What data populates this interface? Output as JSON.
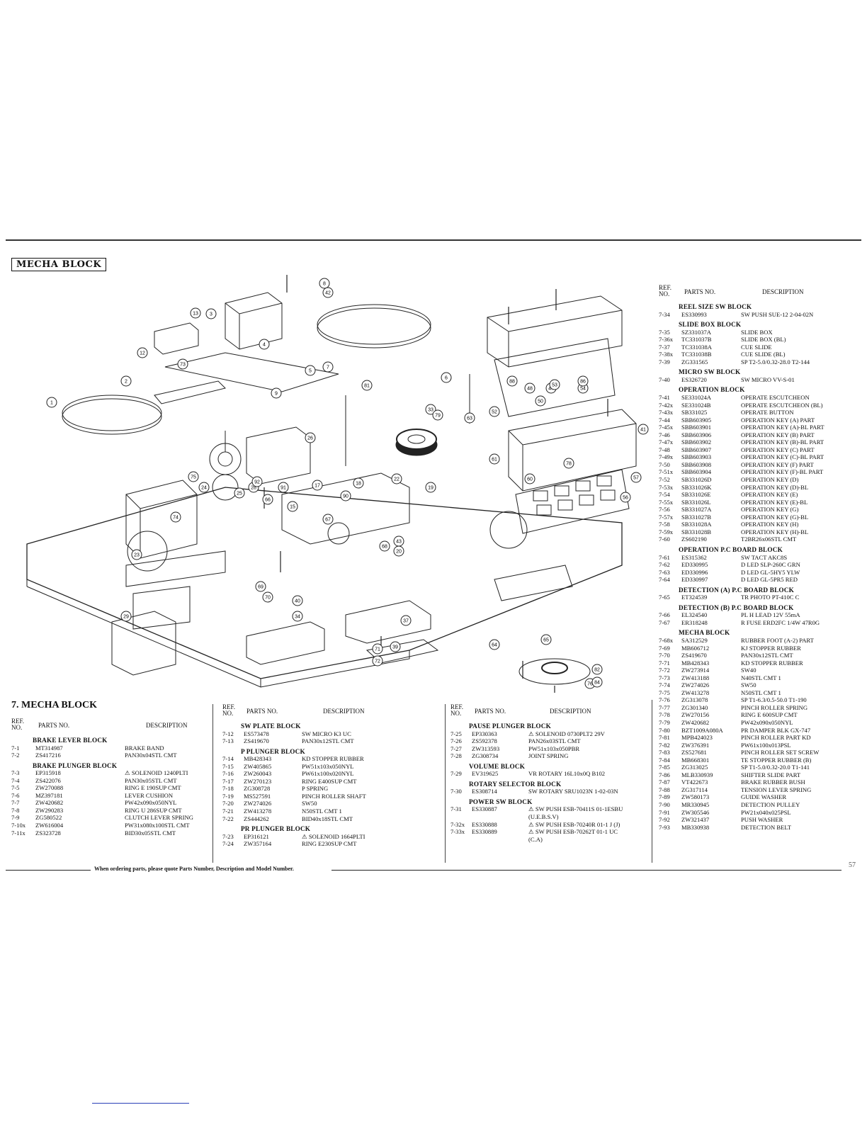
{
  "page_label": "MECHA BLOCK",
  "section_title": "7. MECHA BLOCK",
  "footer_note": "When ordering parts, please quote Parts Number, Description and Model Number.",
  "page_number": "57",
  "headers": {
    "ref": "REF.",
    "no": "NO.",
    "parts": "PARTS NO.",
    "desc": "DESCRIPTION"
  },
  "callouts": [
    "1",
    "2",
    "3",
    "4",
    "5",
    "6",
    "7",
    "8",
    "9",
    "12",
    "13",
    "15",
    "17",
    "18",
    "19",
    "20",
    "22",
    "23",
    "24",
    "25",
    "26",
    "28",
    "29",
    "33",
    "34",
    "37",
    "39",
    "40",
    "41",
    "42",
    "43",
    "44",
    "48",
    "50",
    "52",
    "53",
    "54",
    "56",
    "57",
    "60",
    "61",
    "63",
    "64",
    "65",
    "66",
    "67",
    "68",
    "69",
    "70",
    "71",
    "72",
    "73",
    "74",
    "75",
    "76",
    "78",
    "79",
    "81",
    "82",
    "84",
    "86",
    "88",
    "90",
    "91",
    "92"
  ],
  "columns": [
    {
      "id": "left",
      "groups": [
        {
          "title": "BRAKE LEVER BLOCK",
          "rows": [
            {
              "ref": "7-1",
              "part": "MT314987",
              "desc": "BRAKE BAND"
            },
            {
              "ref": "7-2",
              "part": "ZS417216",
              "desc": "PAN30x04STL CMT"
            }
          ]
        },
        {
          "title": "BRAKE PLUNGER BLOCK",
          "rows": [
            {
              "ref": "7-3",
              "part": "EP315918",
              "desc": "⚠ SOLENOID 1240PLTI"
            },
            {
              "ref": "7-4",
              "part": "ZS422076",
              "desc": "PAN30x05STL CMT"
            },
            {
              "ref": "7-5",
              "part": "ZW270088",
              "desc": "RING E 190SUP CMT"
            },
            {
              "ref": "7-6",
              "part": "MZ397181",
              "desc": "LEVER CUSHION"
            },
            {
              "ref": "7-7",
              "part": "ZW420682",
              "desc": "PW42x090x050NYL"
            },
            {
              "ref": "7-8",
              "part": "ZW290283",
              "desc": "RING U 286SUP CMT"
            },
            {
              "ref": "7-9",
              "part": "ZG580522",
              "desc": "CLUTCH LEVER SPRING"
            },
            {
              "ref": "7-10x",
              "part": "ZW616004",
              "desc": "PW31x080x100STL CMT"
            },
            {
              "ref": "7-11x",
              "part": "ZS323728",
              "desc": "BID30x05STL CMT"
            }
          ]
        }
      ]
    },
    {
      "id": "mid1",
      "groups": [
        {
          "title": "SW PLATE BLOCK",
          "rows": [
            {
              "ref": "7-12",
              "part": "ES573478",
              "desc": "SW MICRO K3 UC"
            },
            {
              "ref": "7-13",
              "part": "ZS419670",
              "desc": "PAN30x12STL CMT"
            }
          ]
        },
        {
          "title": "P PLUNGER BLOCK",
          "rows": [
            {
              "ref": "7-14",
              "part": "MB428343",
              "desc": "KD STOPPER RUBBER"
            },
            {
              "ref": "7-15",
              "part": "ZW405865",
              "desc": "PW51x103x050NYL"
            },
            {
              "ref": "7-16",
              "part": "ZW260043",
              "desc": "PW61x100x020NYL"
            },
            {
              "ref": "7-17",
              "part": "ZW270123",
              "desc": "RING E400SUP CMT"
            },
            {
              "ref": "7-18",
              "part": "ZG308728",
              "desc": "P SPRING"
            },
            {
              "ref": "7-19",
              "part": "MS527591",
              "desc": "PINCH ROLLER SHAFT"
            },
            {
              "ref": "7-20",
              "part": "ZW274026",
              "desc": "SW50"
            },
            {
              "ref": "7-21",
              "part": "ZW413278",
              "desc": "N50STL CMT 1"
            },
            {
              "ref": "7-22",
              "part": "ZS444262",
              "desc": "BID40x18STL CMT"
            }
          ]
        },
        {
          "title": "PR PLUNGER BLOCK",
          "rows": [
            {
              "ref": "7-23",
              "part": "EP316121",
              "desc": "⚠ SOLENOID 1664PLTI"
            },
            {
              "ref": "7-24",
              "part": "ZW357164",
              "desc": "RING E230SUP CMT"
            }
          ]
        }
      ]
    },
    {
      "id": "mid2",
      "groups": [
        {
          "title": "PAUSE PLUNGER BLOCK",
          "rows": [
            {
              "ref": "7-25",
              "part": "EP330363",
              "desc": "⚠ SOLENOID 0730PLT2 29V"
            },
            {
              "ref": "7-26",
              "part": "ZS592378",
              "desc": "PAN26x03STL CMT"
            },
            {
              "ref": "7-27",
              "part": "ZW313593",
              "desc": "PW51x103x050PBR"
            },
            {
              "ref": "7-28",
              "part": "ZG308734",
              "desc": "JOINT SPRING"
            }
          ]
        },
        {
          "title": "VOLUME BLOCK",
          "rows": [
            {
              "ref": "7-29",
              "part": "EV319625",
              "desc": "VR ROTARY 16L10x0Q B102"
            }
          ]
        },
        {
          "title": "ROTARY SELECTOR BLOCK",
          "rows": [
            {
              "ref": "7-30",
              "part": "ES308714",
              "desc": "SW ROTARY SRU1023N 1-02-03N"
            }
          ]
        },
        {
          "title": "POWER SW BLOCK",
          "rows": [
            {
              "ref": "7-31",
              "part": "ES330887",
              "desc": "⚠ SW PUSH ESB-70411S 01-1ESBU"
            },
            {
              "ref": "",
              "part": "",
              "desc": "(U.E.B.S.V)"
            },
            {
              "ref": "7-32x",
              "part": "ES330888",
              "desc": "⚠ SW PUSH ESB-70240R 01-1 J (J)"
            },
            {
              "ref": "7-33x",
              "part": "ES330889",
              "desc": "⚠ SW PUSH ESB-70262T 01-1 UC"
            },
            {
              "ref": "",
              "part": "",
              "desc": "(C.A)"
            }
          ]
        }
      ]
    },
    {
      "id": "right",
      "groups": [
        {
          "title": "REEL SIZE SW BLOCK",
          "rows": [
            {
              "ref": "7-34",
              "part": "ES330993",
              "desc": "SW PUSH SUE-12 2-04-02N"
            }
          ]
        },
        {
          "title": "SLIDE BOX BLOCK",
          "rows": [
            {
              "ref": "7-35",
              "part": "SZ331037A",
              "desc": "SLIDE BOX"
            },
            {
              "ref": "7-36x",
              "part": "TC331037B",
              "desc": "SLIDE BOX (BL)"
            },
            {
              "ref": "7-37",
              "part": "TC331038A",
              "desc": "CUE SLIDE"
            },
            {
              "ref": "7-38x",
              "part": "TC331038B",
              "desc": "CUE SLIDE (BL)"
            },
            {
              "ref": "7-39",
              "part": "ZG331565",
              "desc": "SP T2-5.0/0.32-28.0 T2-144"
            }
          ]
        },
        {
          "title": "MICRO SW BLOCK",
          "rows": [
            {
              "ref": "7-40",
              "part": "ES326720",
              "desc": "SW MICRO VV-S-01"
            }
          ]
        },
        {
          "title": "OPERATION BLOCK",
          "rows": [
            {
              "ref": "7-41",
              "part": "SE331024A",
              "desc": "OPERATE ESCUTCHEON"
            },
            {
              "ref": "7-42x",
              "part": "SE331024B",
              "desc": "OPERATE ESCUTCHEON (BL)"
            },
            {
              "ref": "7-43x",
              "part": "SB331025",
              "desc": "OPERATE BUTTON"
            },
            {
              "ref": "7-44",
              "part": "SBB603905",
              "desc": "OPERATION KEY (A) PART"
            },
            {
              "ref": "7-45x",
              "part": "SBB603901",
              "desc": "OPERATION KEY (A)-BL PART"
            },
            {
              "ref": "7-46",
              "part": "SBB603906",
              "desc": "OPERATION KEY (B) PART"
            },
            {
              "ref": "7-47x",
              "part": "SBB603902",
              "desc": "OPERATION KEY (B)-BL PART"
            },
            {
              "ref": "7-48",
              "part": "SBB603907",
              "desc": "OPERATION KEY (C) PART"
            },
            {
              "ref": "7-49x",
              "part": "SBB603903",
              "desc": "OPERATION KEY (C)-BL PART"
            },
            {
              "ref": "7-50",
              "part": "SBB603908",
              "desc": "OPERATION KEY (F) PART"
            },
            {
              "ref": "7-51x",
              "part": "SBB603904",
              "desc": "OPERATION KEY (F)-BL PART"
            },
            {
              "ref": "7-52",
              "part": "SB331026D",
              "desc": "OPERATION KEY (D)"
            },
            {
              "ref": "7-53x",
              "part": "SB331026K",
              "desc": "OPERATION KEY (D)-BL"
            },
            {
              "ref": "7-54",
              "part": "SB331026E",
              "desc": "OPERATION KEY (E)"
            },
            {
              "ref": "7-55x",
              "part": "SB331026L",
              "desc": "OPERATION KEY (E)-BL"
            },
            {
              "ref": "7-56",
              "part": "SB331027A",
              "desc": "OPERATION KEY (G)"
            },
            {
              "ref": "7-57x",
              "part": "SB331027B",
              "desc": "OPERATION KEY (G)-BL"
            },
            {
              "ref": "7-58",
              "part": "SB331028A",
              "desc": "OPERATION KEY (H)"
            },
            {
              "ref": "7-59x",
              "part": "SB331028B",
              "desc": "OPERATION KEY (H)-BL"
            },
            {
              "ref": "7-60",
              "part": "ZS602190",
              "desc": "T2BR26x06STL CMT"
            }
          ]
        },
        {
          "title": "OPERATION P.C BOARD BLOCK",
          "rows": [
            {
              "ref": "7-61",
              "part": "ES315362",
              "desc": "SW TACT AKC8S"
            },
            {
              "ref": "7-62",
              "part": "ED330995",
              "desc": "D LED SLP-260C GRN"
            },
            {
              "ref": "7-63",
              "part": "ED330996",
              "desc": "D LED GL-5HY5 YLW"
            },
            {
              "ref": "7-64",
              "part": "ED330997",
              "desc": "D LED GL-5PR5 RED"
            }
          ]
        },
        {
          "title": "DETECTION (A) P.C BOARD BLOCK",
          "rows": [
            {
              "ref": "7-65",
              "part": "ET324539",
              "desc": "TR PHOTO PT-410C C"
            }
          ]
        },
        {
          "title": "DETECTION (B) P.C BOARD BLOCK",
          "rows": [
            {
              "ref": "7-66",
              "part": "EL324540",
              "desc": "PL H LEAD 12V 55mA"
            },
            {
              "ref": "7-67",
              "part": "ER318248",
              "desc": "R FUSE ERD2FC 1/4W 47R0G"
            }
          ]
        },
        {
          "title": "MECHA BLOCK",
          "rows": [
            {
              "ref": "7-68x",
              "part": "SA312529",
              "desc": "RUBBER FOOT (A-2) PART"
            },
            {
              "ref": "7-69",
              "part": "MB606712",
              "desc": "KJ STOPPER RUBBER"
            },
            {
              "ref": "7-70",
              "part": "ZS419670",
              "desc": "PAN30x12STL CMT"
            },
            {
              "ref": "7-71",
              "part": "MB428343",
              "desc": "KD STOPPER RUBBER"
            },
            {
              "ref": "7-72",
              "part": "ZW273914",
              "desc": "SW40"
            },
            {
              "ref": "7-73",
              "part": "ZW413188",
              "desc": "N40STL CMT 1"
            },
            {
              "ref": "7-74",
              "part": "ZW274026",
              "desc": "SW50"
            },
            {
              "ref": "7-75",
              "part": "ZW413278",
              "desc": "N50STL CMT 1"
            },
            {
              "ref": "7-76",
              "part": "ZG313078",
              "desc": "SP T1-6.3/0.5-50.0 T1-190"
            },
            {
              "ref": "7-77",
              "part": "ZG301340",
              "desc": "PINCH ROLLER SPRING"
            },
            {
              "ref": "7-78",
              "part": "ZW270156",
              "desc": "RING E 600SUP CMT"
            },
            {
              "ref": "7-79",
              "part": "ZW420682",
              "desc": "PW42x090x050NYL"
            },
            {
              "ref": "7-80",
              "part": "BZT1009A080A",
              "desc": "PR DAMPER BLK GX-747"
            },
            {
              "ref": "7-81",
              "part": "MPB424023",
              "desc": "PINCH ROLLER PART KD"
            },
            {
              "ref": "7-82",
              "part": "ZW376391",
              "desc": "PW61x100x013PSL"
            },
            {
              "ref": "7-83",
              "part": "ZS527681",
              "desc": "PINCH ROLLER SET SCREW"
            },
            {
              "ref": "7-84",
              "part": "MB668301",
              "desc": "TE STOPPER RUBBER (B)"
            },
            {
              "ref": "7-85",
              "part": "ZG313025",
              "desc": "SP T1-5.0/0.32-20.0 T1-141"
            },
            {
              "ref": "7-86",
              "part": "MLB330939",
              "desc": "SHIFTER SLIDE PART"
            },
            {
              "ref": "7-87",
              "part": "VT422673",
              "desc": "BRAKE RUBBER BUSH"
            },
            {
              "ref": "7-88",
              "part": "ZG317114",
              "desc": "TENSION LEVER SPRING"
            },
            {
              "ref": "7-89",
              "part": "ZW580173",
              "desc": "GUIDE WASHER"
            },
            {
              "ref": "7-90",
              "part": "MR330945",
              "desc": "DETECTION PULLEY"
            },
            {
              "ref": "7-91",
              "part": "ZW305546",
              "desc": "PW21x040x025PSL"
            },
            {
              "ref": "7-92",
              "part": "ZW321437",
              "desc": "PUSH WASHER"
            },
            {
              "ref": "7-93",
              "part": "MB330938",
              "desc": "DETECTION BELT"
            }
          ]
        }
      ]
    }
  ]
}
